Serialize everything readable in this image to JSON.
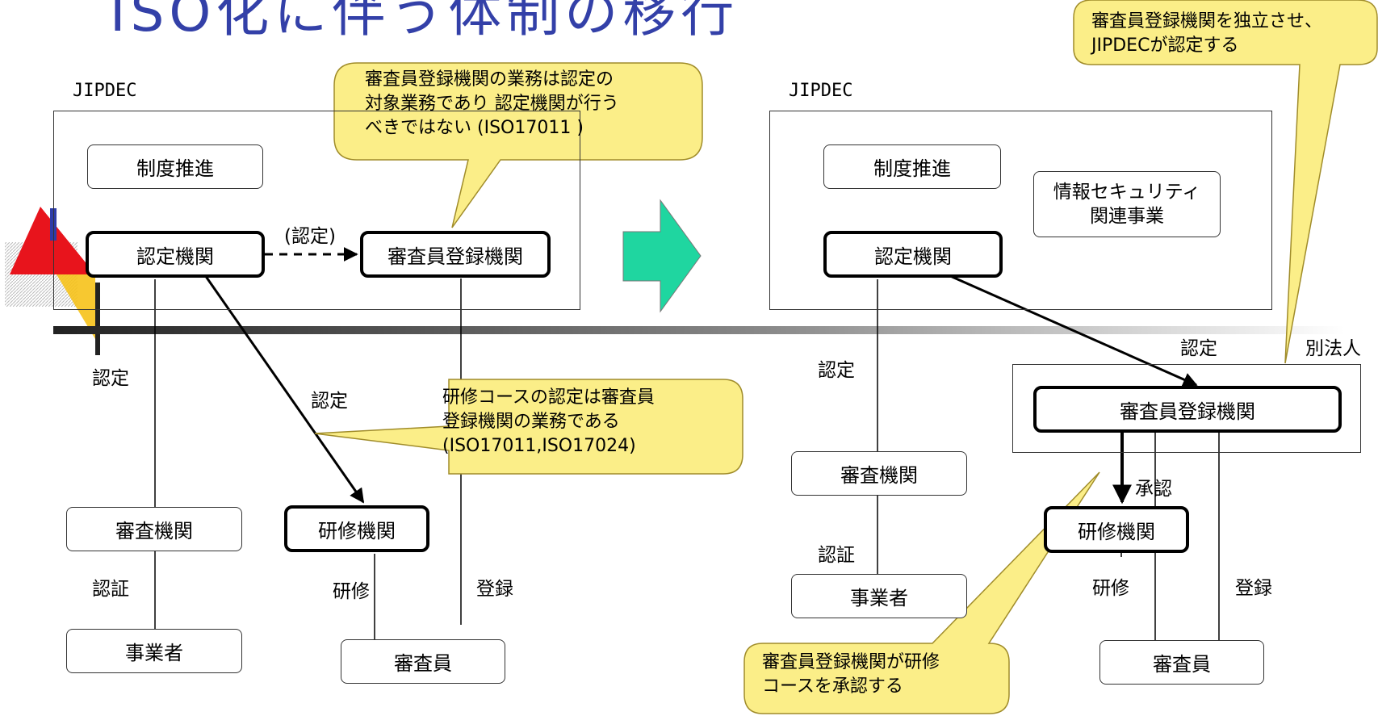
{
  "title": "ISO化に伴う体制の移行",
  "left": {
    "org": "JIPDEC",
    "seido": "制度推進",
    "ninteikikan": "認定機関",
    "shinsainkikan": "審査員登録機関",
    "nintei_dashed": "(認定)",
    "label_nintei_a": "認定",
    "label_nintei_b": "認定",
    "shinsakikan": "審査機関",
    "ninsho": "認証",
    "jigyosha": "事業者",
    "kenshukikan": "研修機関",
    "kenshu": "研修",
    "toroku": "登録",
    "shinsain": "審査員",
    "callout1": [
      "審査員登録機関の業務は認定の",
      "対象業務であり 認定機関が行う",
      "べきではない (ISO17011 )"
    ],
    "callout2": [
      "研修コースの認定は審査員",
      "登録機関の業務である",
      "(ISO17011,ISO17024)"
    ]
  },
  "right": {
    "org": "JIPDEC",
    "seido": "制度推進",
    "joho": [
      "情報セキュリティ",
      "関連事業"
    ],
    "ninteikikan": "認定機関",
    "nintei_a": "認定",
    "nintei_b": "認定",
    "betsuhojin": "別法人",
    "shinsainkikan": "審査員登録機関",
    "shonin": "承認",
    "shinsakikan": "審査機関",
    "ninsho": "認証",
    "jigyosha": "事業者",
    "kenshukikan": "研修機関",
    "kenshu": "研修",
    "toroku": "登録",
    "shinsain": "審査員",
    "callout3": [
      "審査員登録機関を独立させ、",
      "JIPDECが認定する"
    ],
    "callout4": [
      "審査員登録機関が研修",
      "コースを承認する"
    ]
  },
  "colors": {
    "title": "#3340a8",
    "callout_fill": "#fbee88",
    "callout_stroke": "#a08c2a",
    "arrow_fill": "#1fd6a0"
  }
}
